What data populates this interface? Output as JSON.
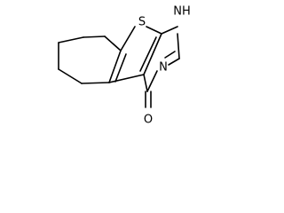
{
  "diagram": {
    "type": "skeletal-structure",
    "colors": {
      "bond": "#000000",
      "label": "#000000",
      "background": "#ffffff"
    },
    "atoms": {
      "S": "S",
      "NH": "NH",
      "N": "N",
      "O": "O"
    }
  }
}
